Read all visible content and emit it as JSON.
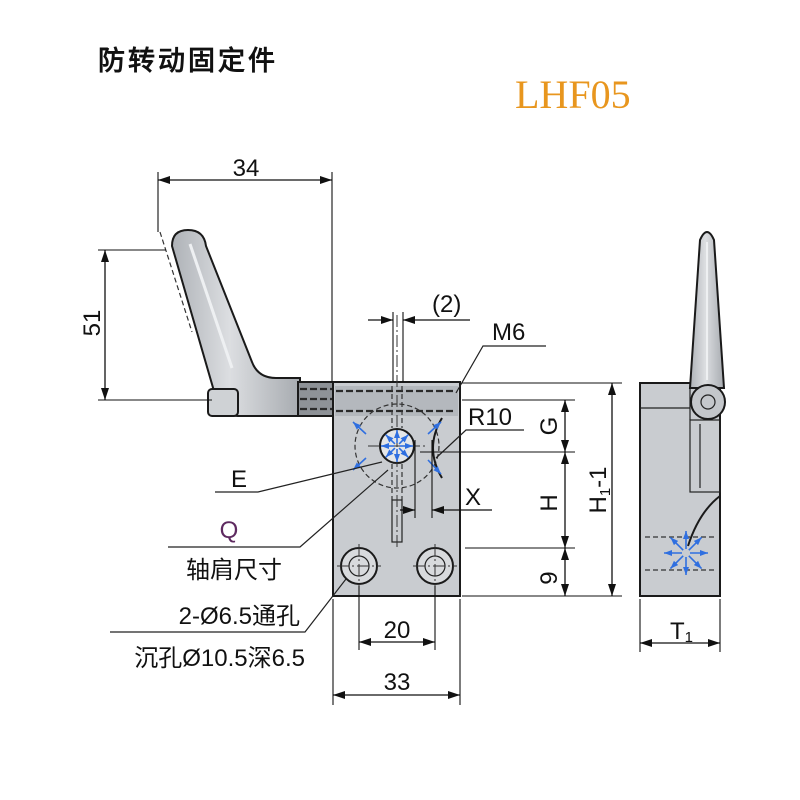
{
  "header": {
    "title": "防转动固定件",
    "model": "LHF05"
  },
  "front_view": {
    "dim_handle_reach": "34",
    "dim_handle_height": "51",
    "dim_gap": "(2)",
    "thread_label": "M6",
    "radius_label": "R10",
    "e_label": "E",
    "x_label": "X",
    "q_label": "Q",
    "shoulder_label": "轴肩尺寸",
    "hole_label": "2-Ø6.5通孔",
    "counterbore_label": "沉孔Ø10.5深6.5",
    "dim_hole_pitch": "20",
    "dim_width": "33"
  },
  "height_dims": {
    "g": "G",
    "h": "H",
    "bottom": "9",
    "h1": {
      "main": "H",
      "sub": "1",
      "tail": "-1"
    }
  },
  "side_view": {
    "t1": {
      "main": "T",
      "sub": "1"
    }
  },
  "colors": {
    "model": "#E8961E",
    "q_label": "#5E2A60",
    "markers": "#2F6FE0",
    "body": "#C9CCD0",
    "outline": "#1A1A1A"
  }
}
